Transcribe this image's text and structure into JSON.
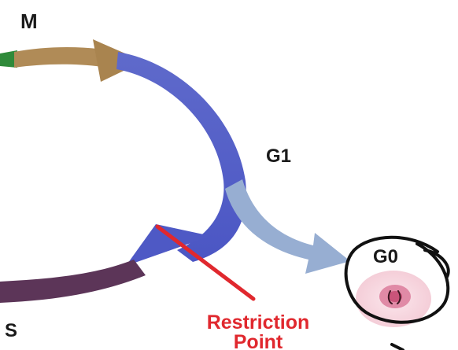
{
  "labels": {
    "m": "M",
    "g1": "G1",
    "g0": "G0",
    "s": "S",
    "restriction_line1": "Restriction",
    "restriction_line2": "Point"
  },
  "colors": {
    "m_arc": "#b08b57",
    "g1_arc": "#5a62c9",
    "s_arc": "#5c3558",
    "g0_arrow": "#97aed2",
    "restriction": "#e0282e",
    "m_to_left_green": "#2f8a3a",
    "ink": "#111111",
    "cell_outer": "#f7d7df",
    "cell_nucleus": "#e08aa6"
  }
}
